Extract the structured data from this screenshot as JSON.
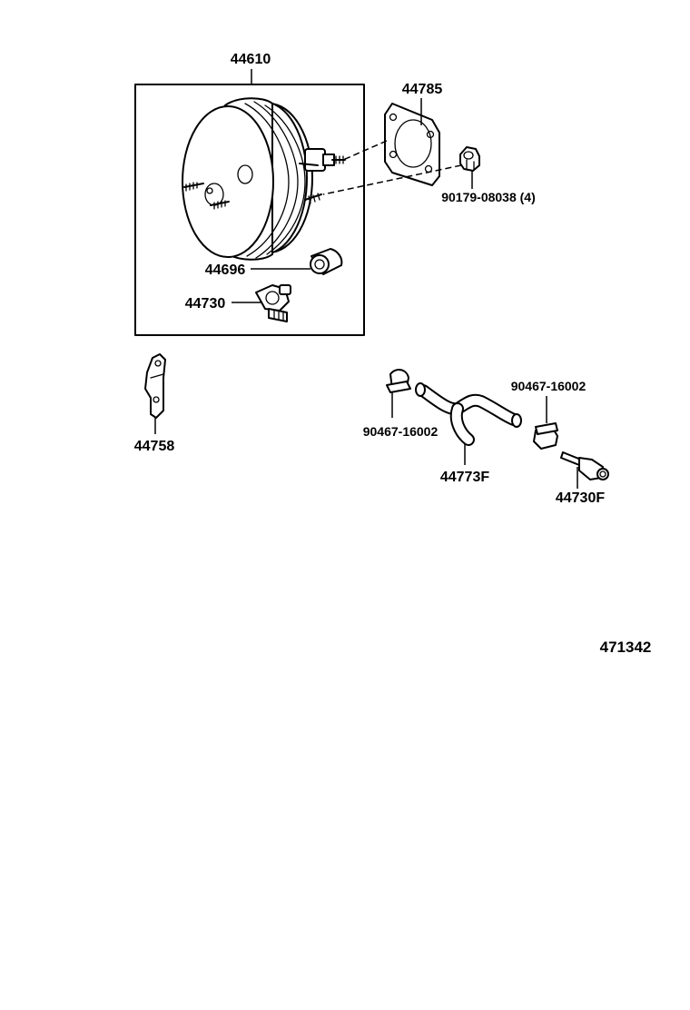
{
  "diagram": {
    "reference_number": "471342",
    "parts": [
      {
        "id": "44610"
      },
      {
        "id": "44785"
      },
      {
        "id": "90179-08038 (4)"
      },
      {
        "id": "44696"
      },
      {
        "id": "44730"
      },
      {
        "id": "44758"
      },
      {
        "id": "90467-16002"
      },
      {
        "id": "90467-16002"
      },
      {
        "id": "44773F"
      },
      {
        "id": "44730F"
      }
    ]
  }
}
